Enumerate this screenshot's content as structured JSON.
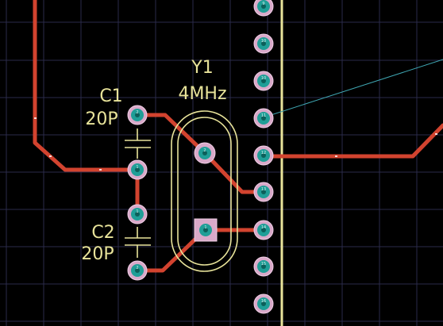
{
  "crystal": {
    "ref": "Y1",
    "value": "4MHz"
  },
  "capacitors": [
    {
      "ref": "C1",
      "value": "20P"
    },
    {
      "ref": "C2",
      "value": "20P"
    }
  ],
  "header_pins": [
    "9",
    "10",
    "10",
    "11",
    "12",
    "13",
    "14",
    "15",
    "16"
  ],
  "pad_numbers": {
    "c1_top": "2",
    "c1_bottom": "1",
    "c2_top": "1",
    "c2_bottom": "2",
    "y1_round": "2",
    "y1_square": "1"
  },
  "colors": {
    "background": "#000000",
    "grid": "#2a2a4a",
    "trace": "#d2432f",
    "silkscreen": "#e8e39a",
    "pad": "#d9a9c9",
    "pad_core": "#1f9e97",
    "ratsnest": "#3fa7b3"
  }
}
